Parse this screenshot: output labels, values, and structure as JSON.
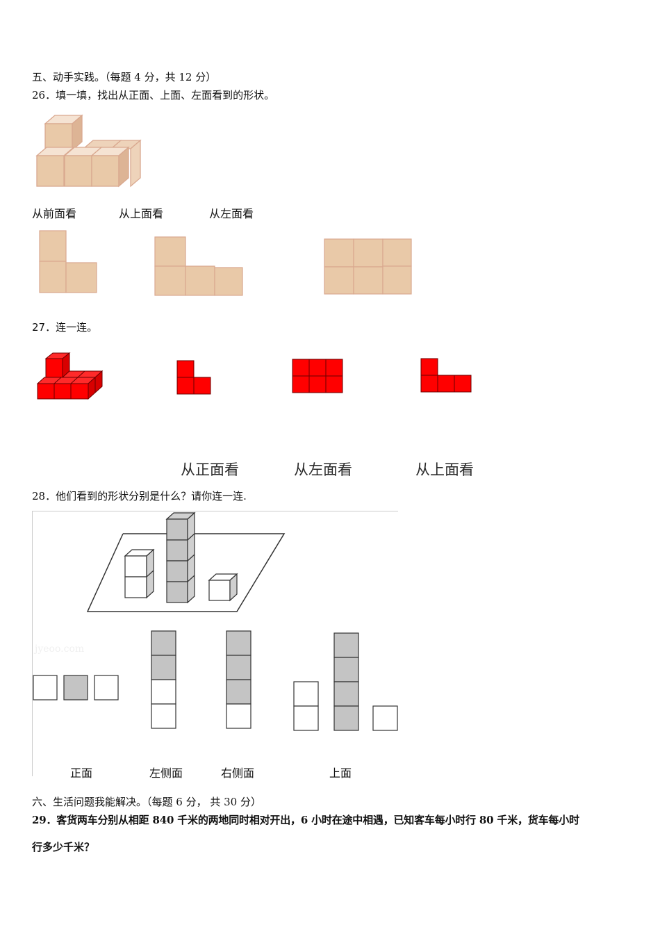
{
  "section5": {
    "heading": "五、动手实践。（每题 4 分，共 12 分）"
  },
  "q26": {
    "prompt": "26．填一填，找出从正面、上面、左面看到的形状。",
    "view_labels": [
      "从前面看",
      "从上面看",
      "从左面看"
    ],
    "colors": {
      "fill": "#e9c9a8",
      "stroke": "#d9a88f"
    }
  },
  "q27": {
    "prompt": "27．连一连。",
    "view_labels": [
      "从正面看",
      "从左面看",
      "从上面看"
    ],
    "colors": {
      "fill": "#ff0000",
      "stroke": "#7a0000"
    }
  },
  "q28": {
    "prompt": "28．他们看到的形状分别是什么？请你连一连.",
    "watermark": "jyeoo.com",
    "view_labels": [
      "正面",
      "左侧面",
      "右侧面",
      "上面"
    ],
    "colors": {
      "gray": "#c4c4c4",
      "stroke": "#333333",
      "frame": "#cccccc"
    }
  },
  "section6": {
    "heading": "六、生活问题我能解决。（每题 6 分， 共 30 分）"
  },
  "q29": {
    "line1": "29．客货两车分别从相距 840 千米的两地同时相对开出，6 小时在途中相遇，已知客车每小时行 80 千米，货车每小时",
    "line2": "行多少千米？"
  }
}
